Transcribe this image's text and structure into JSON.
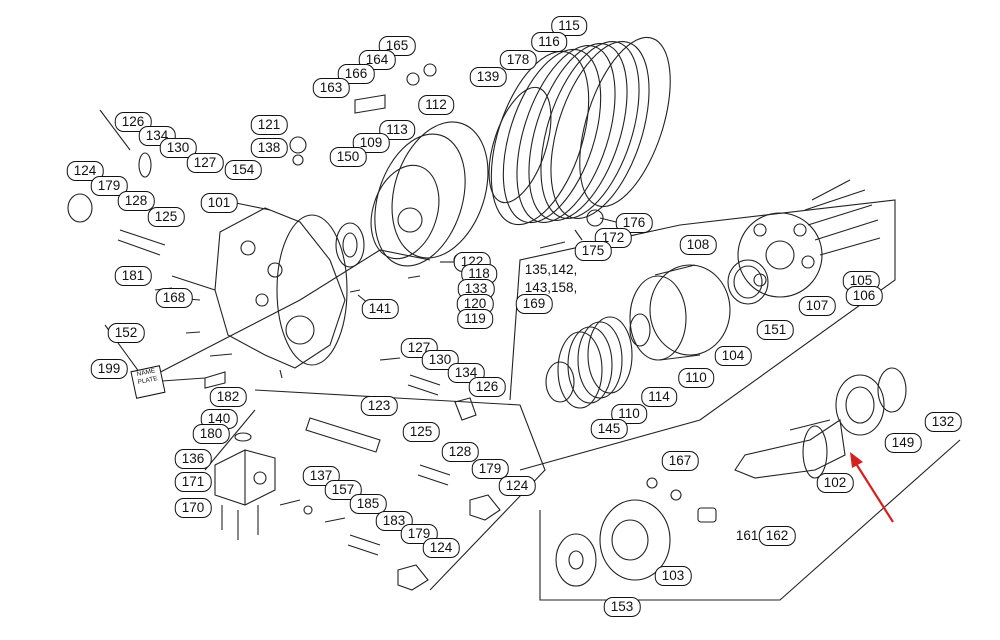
{
  "labels": {
    "p165": "165",
    "p164": "164",
    "p166": "166",
    "p163": "163",
    "p115": "115",
    "p116": "116",
    "p178": "178",
    "p139": "139",
    "p112": "112",
    "p113": "113",
    "p109": "109",
    "p150": "150",
    "p121": "121",
    "p138": "138",
    "p126a": "126",
    "p134a": "134",
    "p130a": "130",
    "p127a": "127",
    "p124a": "124",
    "p179a": "179",
    "p128a": "128",
    "p154": "154",
    "p125a": "125",
    "p101": "101",
    "p181": "181",
    "p168": "168",
    "p152": "152",
    "p199": "199",
    "p182": "182",
    "p140": "140",
    "p180": "180",
    "p136": "136",
    "p171": "171",
    "p170": "170",
    "p141": "141",
    "p122": "122",
    "p118": "118",
    "p133": "133",
    "p120": "120",
    "p119": "119",
    "p135": "135,142,",
    "p143": "143,158,",
    "p169": "169",
    "p176": "176",
    "p172": "172",
    "p175": "175",
    "p108": "108",
    "p105": "105",
    "p106": "106",
    "p107": "107",
    "p151": "151",
    "p104": "104",
    "p110a": "110",
    "p114": "114",
    "p110b": "110",
    "p145": "145",
    "p132": "132",
    "p149": "149",
    "p102": "102",
    "p167": "167",
    "p161": "161,",
    "p162": "162",
    "p103": "103",
    "p153": "153",
    "p127b": "127",
    "p130b": "130",
    "p134b": "134",
    "p126b": "126",
    "p123": "123",
    "p125b": "125",
    "p128b": "128",
    "p179b": "179",
    "p124b": "124",
    "p137": "137",
    "p157": "157",
    "p185": "185",
    "p183": "183",
    "p179c": "179",
    "p124c": "124"
  },
  "nameplate_text": "NAME PLATE",
  "arrow_color": "#d62020"
}
